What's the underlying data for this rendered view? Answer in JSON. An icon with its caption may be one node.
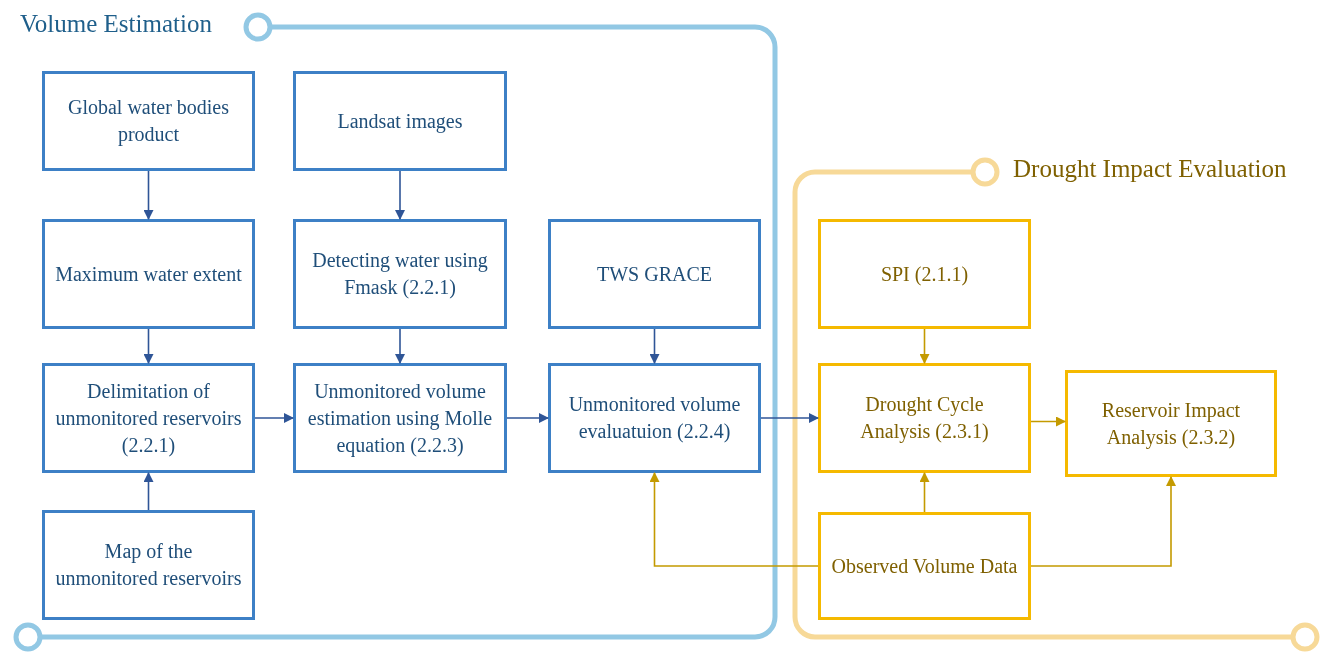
{
  "diagram": {
    "nodes": [
      {
        "text": [
          "Volume Estimation"
        ]
      },
      {
        "text": [
          "Global water bodies product"
        ],
        "in": 0
      },
      {
        "text": [
          "Landsat images"
        ],
        "in": 0
      },
      {
        "text": [
          "Maximum water extent"
        ],
        "in": 0
      },
      {
        "text": [
          "Detecting water using Fmask (2.2.1)"
        ],
        "in": 0
      },
      {
        "text": [
          "TWS GRACE"
        ],
        "in": 0
      },
      {
        "text": [
          "Delimitation of unmonitored reservoirs (2.2.1)"
        ],
        "in": 0
      },
      {
        "text": [
          "Unmonitored volume estimation using Molle equation (2.2.3)"
        ],
        "in": 0
      },
      {
        "text": [
          "Unmonitored volume evaluatuion (2.2.4)"
        ],
        "in": 0
      },
      {
        "text": [
          "Map of the unmonitored reservoirs"
        ],
        "in": 0
      },
      {
        "text": [
          "Drought Impact Evaluation"
        ]
      },
      {
        "text": [
          "SPI (2.1.1)"
        ],
        "in": 10
      },
      {
        "text": [
          "Drought Cycle Analysis (2.3.1)"
        ],
        "in": 10
      },
      {
        "text": [
          "Reservoir Impact Analysis (2.3.2)"
        ],
        "in": 10
      },
      {
        "text": [
          "Observed Volume Data"
        ],
        "in": 10
      }
    ],
    "edges": [
      {
        "from": 1,
        "to": 3,
        "arrow": "to"
      },
      {
        "from": 2,
        "to": 4,
        "arrow": "to"
      },
      {
        "from": 3,
        "to": 6,
        "arrow": "to"
      },
      {
        "from": 4,
        "to": 7,
        "arrow": "to"
      },
      {
        "from": 5,
        "to": 8,
        "arrow": "to"
      },
      {
        "from": 9,
        "to": 6,
        "arrow": "to"
      },
      {
        "from": 6,
        "to": 7,
        "arrow": "to"
      },
      {
        "from": 7,
        "to": 8,
        "arrow": "to"
      },
      {
        "from": 8,
        "to": 12,
        "arrow": "to"
      },
      {
        "from": 11,
        "to": 12,
        "arrow": "to",
        "color": "#c49a00"
      },
      {
        "from": 12,
        "to": 13,
        "arrow": "to",
        "color": "#c49a00"
      },
      {
        "from": 14,
        "to": 12,
        "arrow": "to",
        "color": "#c49a00"
      },
      {
        "from": 14,
        "to": 8,
        "arrow": "to",
        "color": "#c49a00"
      },
      {
        "from": 14,
        "to": 13,
        "arrow": "to",
        "color": "#c49a00"
      }
    ]
  }
}
